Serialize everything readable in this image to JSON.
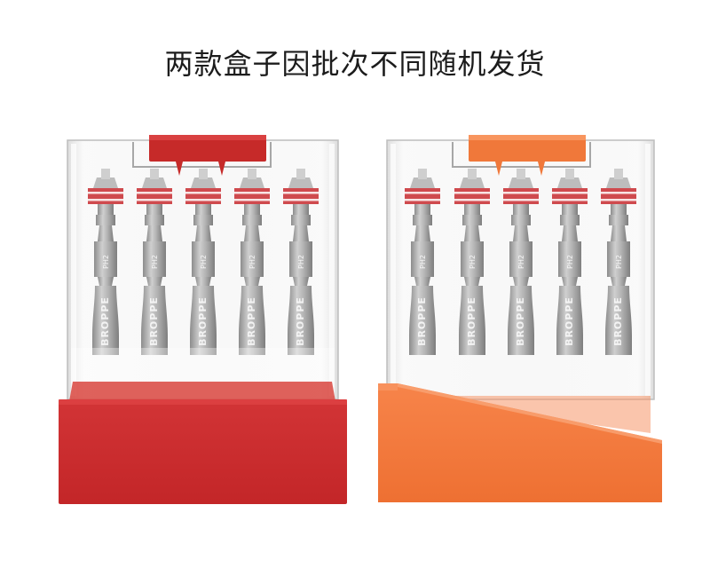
{
  "caption": "两款盒子因批次不同随机发货",
  "product": {
    "bit_brand": "BROPPE",
    "bit_size": "PH2",
    "colors": {
      "red_box": "#cb2d2f",
      "red_lid": "#c62a29",
      "orange_box": "#f47a3c",
      "orange_lid": "#f0783a",
      "bit_ring_red": "#cf4a4e",
      "bit_ring_orange": "#e4625a",
      "bit_shaft": "#a6a6a6"
    },
    "boxes": [
      {
        "variant": "red",
        "bit_count": 5
      },
      {
        "variant": "orange",
        "bit_count": 5
      }
    ]
  }
}
